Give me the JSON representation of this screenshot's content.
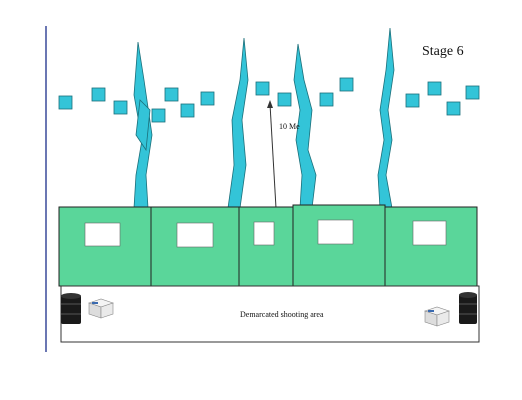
{
  "title": "Stage 6",
  "distance_label": "10 Me",
  "shooting_area_label": "Demarcated shooting area",
  "colors": {
    "target": "#33c4d8",
    "wall": "#5ad69a",
    "outline": "#222222",
    "steel": "#1a1a1a"
  },
  "icons": [
    "oil-drum-icon",
    "storage-box-icon"
  ]
}
